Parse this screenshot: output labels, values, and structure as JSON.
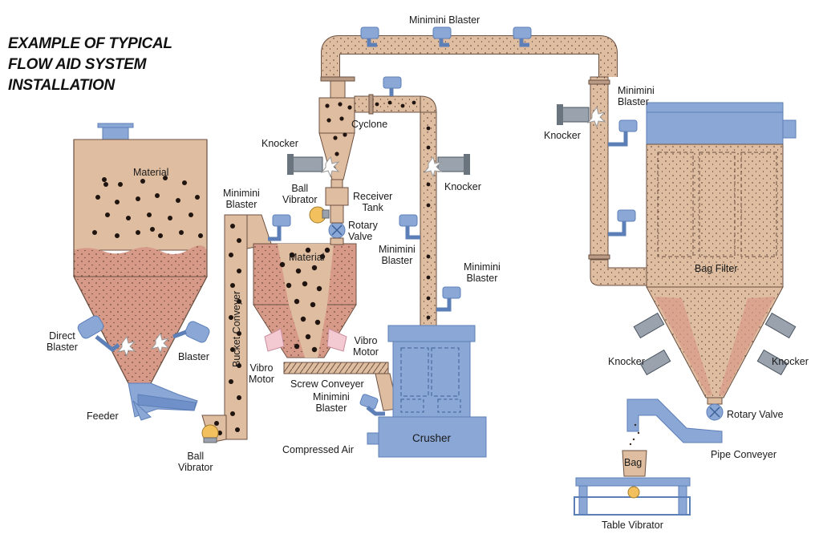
{
  "title": {
    "line1": "EXAMPLE OF TYPICAL",
    "line2": "FLOW AID SYSTEM",
    "line3": "INSTALLATION"
  },
  "labels": {
    "minimini_blaster_top": "Minimini Blaster",
    "material_silo": "Material",
    "direct_blaster_1": "Direct",
    "direct_blaster_2": "Blaster",
    "blaster": "Blaster",
    "feeder": "Feeder",
    "ball_vibrator_bottom_1": "Ball",
    "ball_vibrator_bottom_2": "Vibrator",
    "minimini_blaster_bucket_1": "Minimini",
    "minimini_blaster_bucket_2": "Blaster",
    "bucket_conveyor": "Bucket Conveyer",
    "knocker_cyclone": "Knocker",
    "cyclone": "Cyclone",
    "ball_vibrator_top_1": "Ball",
    "ball_vibrator_top_2": "Vibrator",
    "receiver_tank_1": "Receiver",
    "receiver_tank_2": "Tank",
    "rotary_valve_1": "Rotary",
    "rotary_valve_2": "Valve",
    "material_hopper": "Material",
    "vibro_motor_left_1": "Vibro",
    "vibro_motor_left_2": "Motor",
    "vibro_motor_right_1": "Vibro",
    "vibro_motor_right_2": "Motor",
    "screw_conveyor": "Screw Conveyer",
    "minimini_blaster_screw_1": "Minimini",
    "minimini_blaster_screw_2": "Blaster",
    "compressed_air": "Compressed Air",
    "crusher": "Crusher",
    "knocker_riser": "Knocker",
    "minimini_blaster_riser_1": "Minimini",
    "minimini_blaster_riser_2": "Blaster",
    "minimini_blaster_crusher_1": "Minimini",
    "minimini_blaster_crusher_2": "Blaster",
    "knocker_right_pipe": "Knocker",
    "minimini_blaster_right_1": "Minimini",
    "minimini_blaster_right_2": "Blaster",
    "bag_filter": "Bag Filter",
    "knocker_bag_left": "Knocker",
    "knocker_bag_right": "Knocker",
    "rotary_valve_bag": "Rotary Valve",
    "pipe_conveyor": "Pipe Conveyer",
    "bag": "Bag",
    "table_vibrator": "Table Vibrator"
  },
  "colors": {
    "material": "#dfbda0",
    "material_dense": "#d89a88",
    "equipment": "#8aa7d6",
    "equipment_dark": "#5d7fb8",
    "outline": "#6b5142",
    "device_gray": "#9aa3ad",
    "vibrator": "#f2c15e"
  }
}
